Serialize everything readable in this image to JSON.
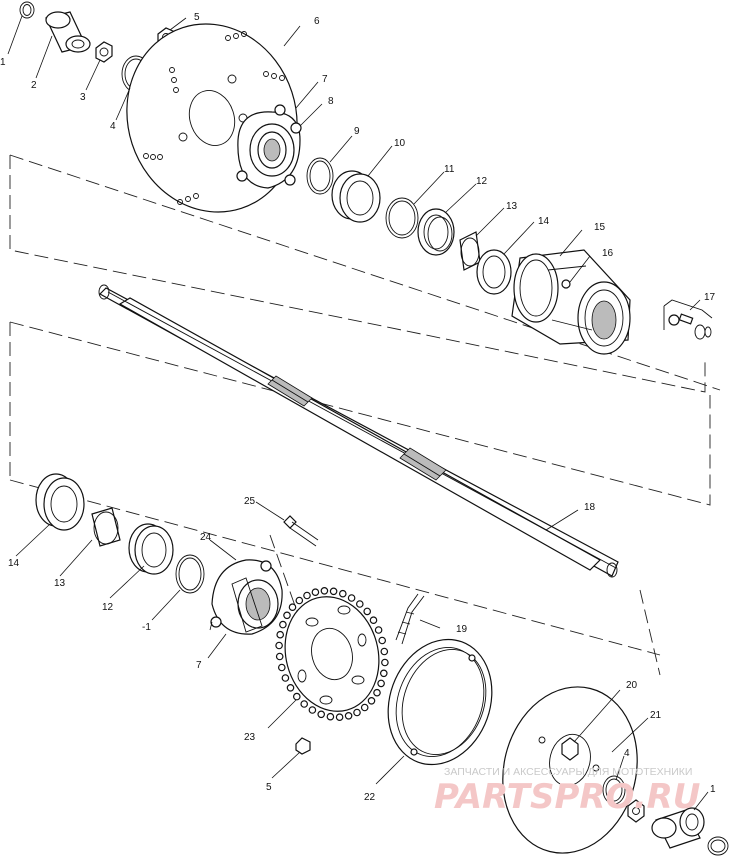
{
  "callouts": {
    "c1": "1",
    "c2": "2",
    "c3": "3",
    "c4a": "4",
    "c5a": "5",
    "c6": "6",
    "c7a": "7",
    "c8": "8",
    "c9": "9",
    "c10": "10",
    "c11a": "11",
    "c12a": "12",
    "c13a": "13",
    "c14a": "14",
    "c15": "15",
    "c16": "16",
    "c17": "17",
    "c18": "18",
    "c19": "19",
    "c20": "20",
    "c21": "21",
    "c4b": "4",
    "c1b": "1",
    "c14b": "14",
    "c13b": "13",
    "c12b": "12",
    "c11b": "-1",
    "c24": "24",
    "c25": "25",
    "c7b": "7",
    "c23": "23",
    "c5b": "5",
    "c22": "22"
  },
  "watermark": {
    "caption": "ЗАПЧАСТИ И АКСЕССУАРЫ ДЛЯ МОТОТЕХНИКИ",
    "brand": "PARTSPRO.RU"
  }
}
